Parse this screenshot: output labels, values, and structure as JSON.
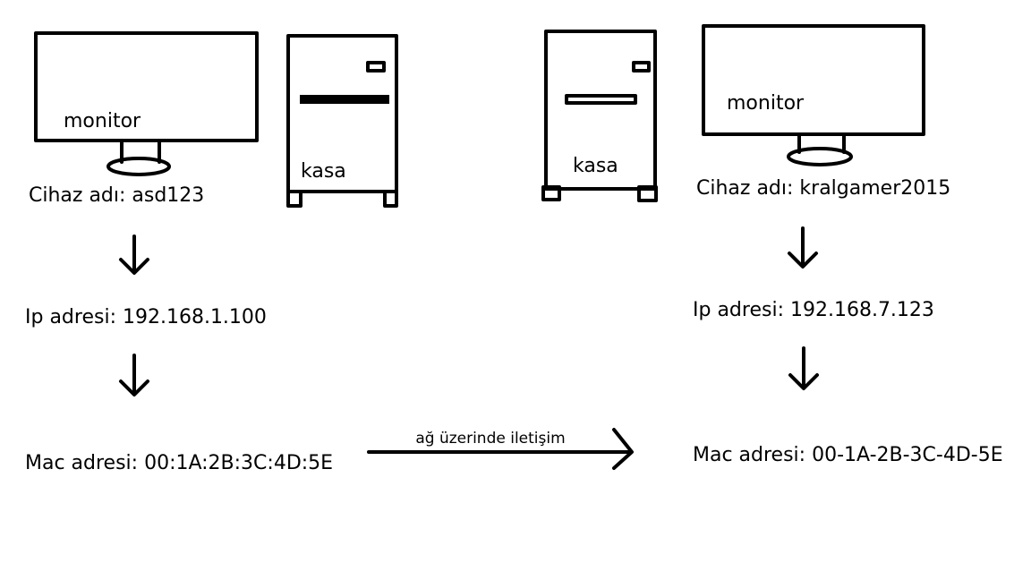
{
  "colors": {
    "ink": "#000000",
    "background": "#ffffff"
  },
  "left": {
    "monitor_label": "monitor",
    "case_label": "kasa",
    "device_name": "Cihaz adı: asd123",
    "ip": "Ip adresi: 192.168.1.100",
    "mac": "Mac adresi: 00:1A:2B:3C:4D:5E"
  },
  "right": {
    "monitor_label": "monitor",
    "case_label": "kasa",
    "device_name": "Cihaz adı: kralgamer2015",
    "ip": "Ip adresi: 192.168.7.123",
    "mac": "Mac adresi: 00-1A-2B-3C-4D-5E"
  },
  "link": {
    "label": "ağ üzerinde iletişim"
  }
}
